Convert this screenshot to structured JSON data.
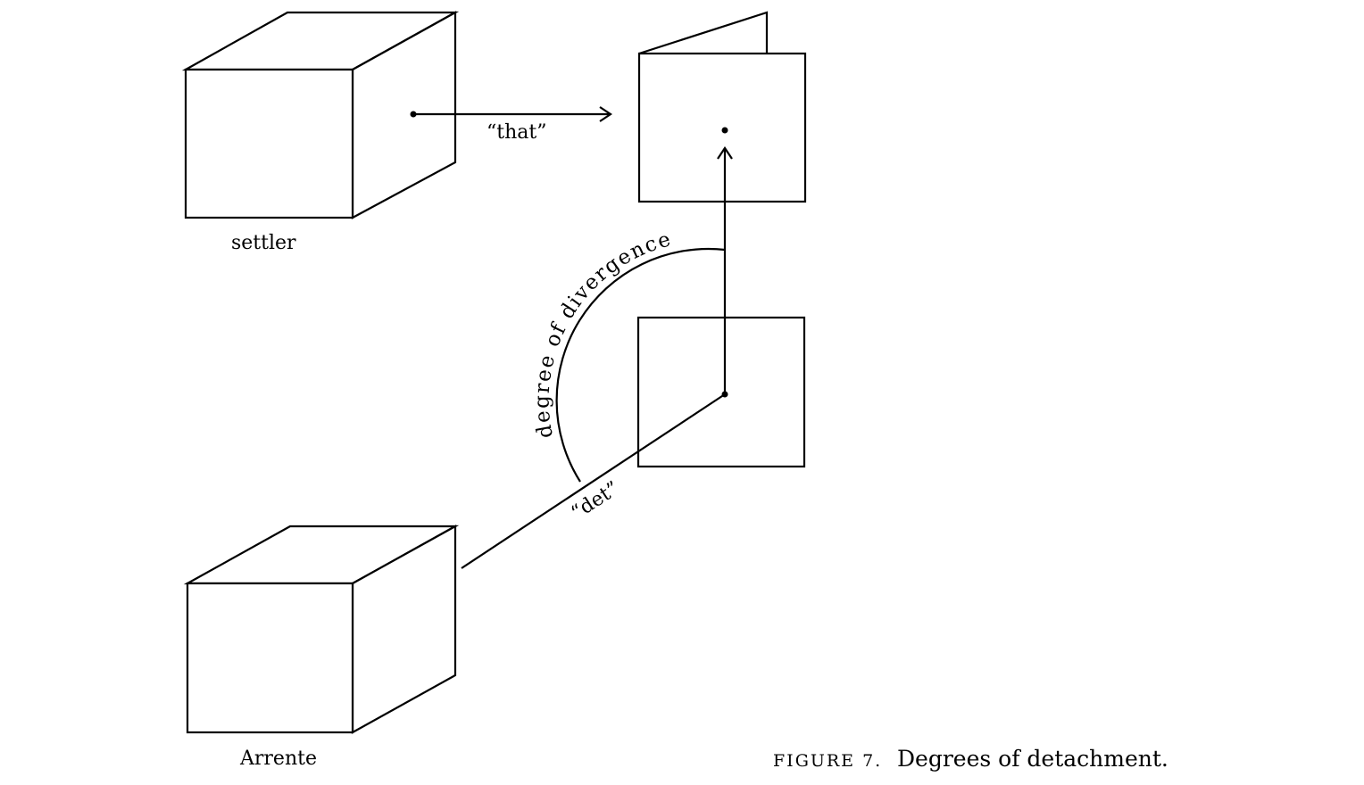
{
  "labels": {
    "settler": "settler",
    "arrente": "Arrente",
    "that": "“that”",
    "det": "“det”",
    "divergence": "degree of divergence"
  },
  "caption": {
    "prefix": "FIGURE 7.",
    "text": "Degrees of detachment."
  }
}
